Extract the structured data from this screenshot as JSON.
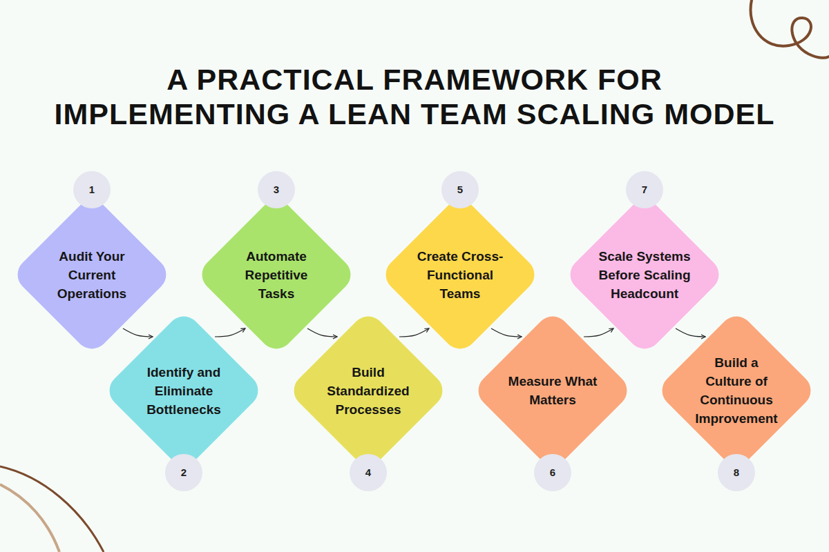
{
  "diagram": {
    "title": "A PRACTICAL FRAMEWORK FOR IMPLEMENTING A LEAN TEAM SCALING MODEL",
    "nodes": [
      {
        "text": [
          "1",
          "Audit Your Current Operations"
        ]
      },
      {
        "text": [
          "2",
          "Identify and Eliminate Bottlenecks"
        ]
      },
      {
        "text": [
          "3",
          "Automate Repetitive Tasks"
        ]
      },
      {
        "text": [
          "4",
          "Build Standardized Processes"
        ]
      },
      {
        "text": [
          "5",
          "Create Cross-Functional Teams"
        ]
      },
      {
        "text": [
          "6",
          "Measure What Matters"
        ]
      },
      {
        "text": [
          "7",
          "Scale Systems Before Scaling Headcount"
        ]
      },
      {
        "text": [
          "8",
          "Build a Culture of Continuous Improvement"
        ]
      }
    ],
    "edges": [
      {
        "from": 0,
        "to": 1,
        "arrow": "to"
      },
      {
        "from": 1,
        "to": 2,
        "arrow": "to"
      },
      {
        "from": 2,
        "to": 3,
        "arrow": "to"
      },
      {
        "from": 3,
        "to": 4,
        "arrow": "to"
      },
      {
        "from": 4,
        "to": 5,
        "arrow": "to"
      },
      {
        "from": 5,
        "to": 6,
        "arrow": "to"
      },
      {
        "from": 6,
        "to": 7,
        "arrow": "to"
      }
    ]
  }
}
